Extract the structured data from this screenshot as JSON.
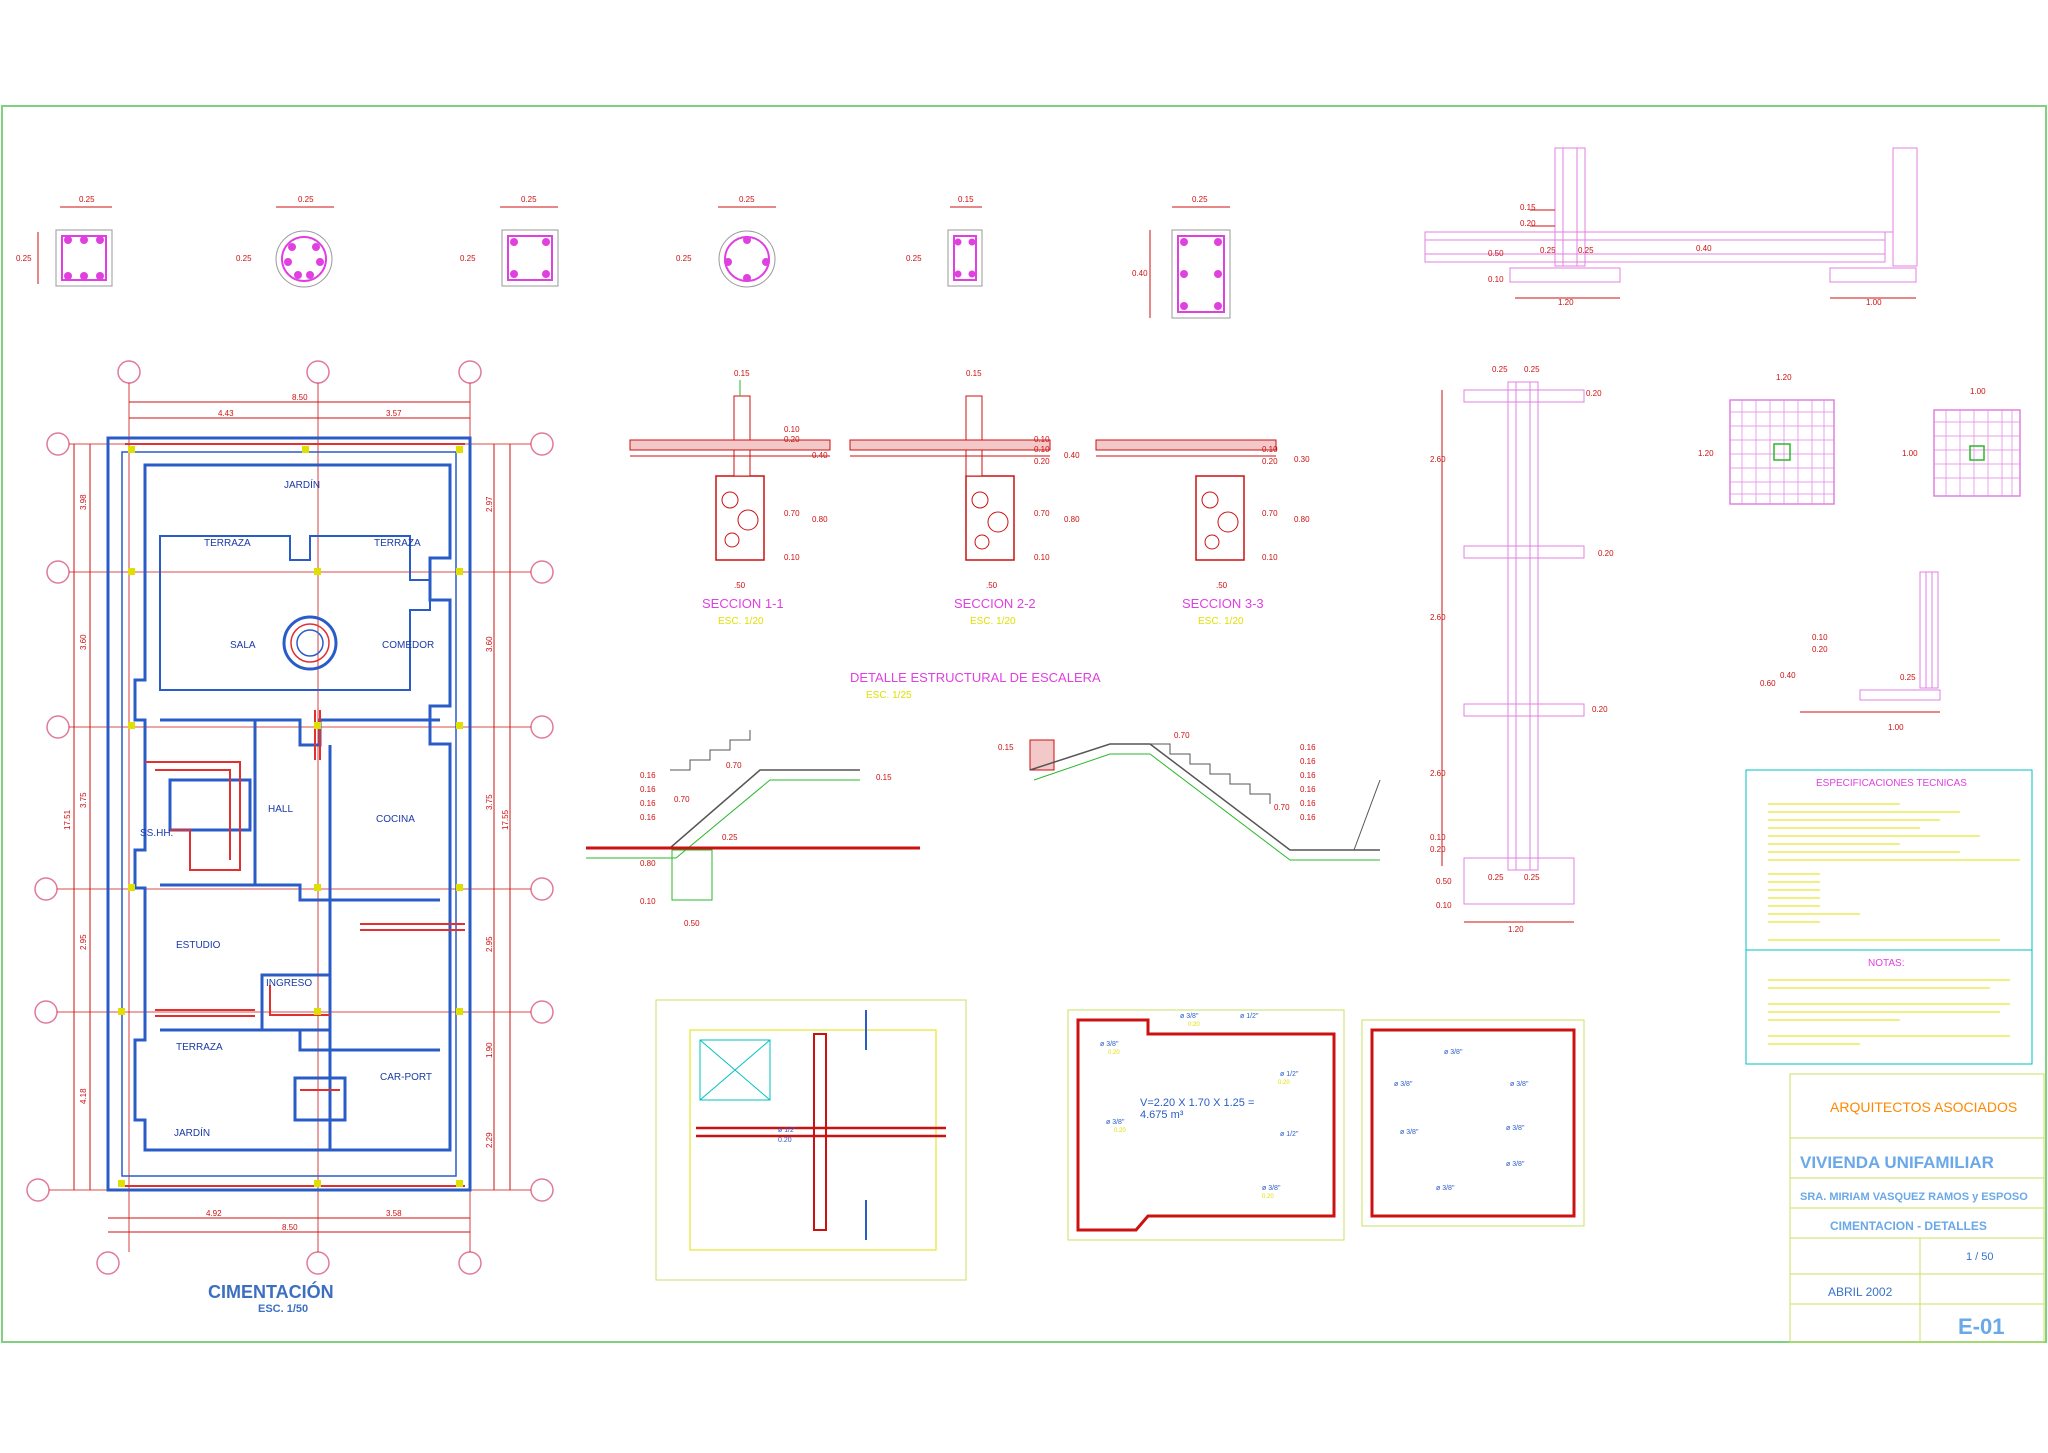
{
  "sheet": {
    "plan": {
      "title": "CIMENTACIÓN",
      "scale": "ESC. 1/50",
      "top_dims": [
        "8.50",
        "4.43",
        "3.57"
      ],
      "bottom_dims": [
        "4.92",
        "3.58",
        "8.50"
      ],
      "left_dims": [
        "3.98",
        "3.60",
        "3.75",
        "2.95",
        "4.18",
        "17.51"
      ],
      "right_dims": [
        "2.97",
        "3.60",
        "3.75",
        "2.95",
        "1.90",
        "2.29",
        "17.55"
      ],
      "rooms": [
        "JARDÍN",
        "TERRAZA",
        "TERRAZA",
        "SALA",
        "COMEDOR",
        "HALL",
        "COCINA",
        "SS.HH.",
        "ESTUDIO",
        "INGRESO",
        "TERRAZA",
        "CAR-PORT",
        "JARDÍN"
      ]
    },
    "columns": {
      "dims": [
        "0.25",
        "0.25",
        "0.25",
        "0.25",
        "0.25",
        "0.25",
        "0.25",
        "0.25",
        "0.15",
        "0.25",
        "0.25",
        "0.40"
      ]
    },
    "sections": {
      "items": [
        {
          "title": "SECCION 1-1",
          "scale": "ESC. 1/20",
          "dims": [
            "0.15",
            "0.10",
            "0.20",
            "0.40",
            "0.70",
            "0.80",
            "0.10",
            ".50"
          ]
        },
        {
          "title": "SECCION 2-2",
          "scale": "ESC. 1/20",
          "dims": [
            "0.15",
            "0.10",
            "0.10",
            "0.20",
            "0.40",
            "0.70",
            "0.80",
            "0.10",
            ".50"
          ]
        },
        {
          "title": "SECCION 3-3",
          "scale": "ESC. 1/20",
          "dims": [
            "0.10",
            "0.20",
            "0.30",
            "0.70",
            "0.80",
            "0.10",
            ".50"
          ]
        }
      ]
    },
    "stair": {
      "title": "DETALLE ESTRUCTURAL DE ESCALERA",
      "scale": "ESC. 1/25",
      "labels_left": [
        "0.16",
        "0.16",
        "0.16",
        "0.16",
        "0.70",
        "0.80",
        "0.10",
        "0.50",
        "0.25",
        "0.70",
        "0.15"
      ],
      "labels_right": [
        "0.15",
        "0.70",
        "0.16",
        "0.16",
        "0.16",
        "0.16",
        "0.16",
        "0.16",
        "0.70"
      ]
    },
    "beam_details": {
      "top_right": [
        "0.15",
        "0.20",
        "0.50",
        "0.25",
        "0.25",
        "0.40",
        "0.10",
        "1.20",
        "1.00"
      ],
      "column_elev": [
        "0.25",
        "0.25",
        "0.20",
        "2.60",
        "0.20",
        "2.60",
        "0.20",
        "2.60",
        "0.10",
        "0.20",
        "0.50",
        "0.10",
        "0.25",
        "0.25",
        "1.20"
      ],
      "footings": [
        "1.20",
        "1.20",
        "1.00",
        "1.00"
      ],
      "lower_right": [
        "0.10",
        "0.20",
        "0.40",
        "0.60",
        "0.25",
        "1.00"
      ]
    },
    "cistern": {
      "volume": "V=2.20 X 1.70 X 1.25 =",
      "volume_result": "4.675 m³",
      "rebar_labels": [
        "ø 1/2\"",
        "ø 3/8\"",
        "ø 1/2\"",
        "ø 3/8\"",
        "ø 1/2\"",
        "ø 3/8\"",
        "ø 1/2\"",
        "ø 3/8\""
      ],
      "spacing": [
        "0.20",
        "0.20",
        "0.20",
        "0.20",
        "0.20",
        "0.20"
      ]
    },
    "specs": {
      "title": "ESPECIFICACIONES TECNICAS",
      "notes_title": "NOTAS:"
    },
    "title_block": {
      "firm": "ARQUITECTOS ASOCIADOS",
      "project": "VIVIENDA UNIFAMILIAR",
      "owner": "SRA. MIRIAM VASQUEZ RAMOS y ESPOSO",
      "sheet_name": "CIMENTACION - DETALLES",
      "scale": "1 / 50",
      "date": "ABRIL 2002",
      "sheet_no": "E-01"
    }
  },
  "colors": {
    "frame": "#7fd07f",
    "wall_blue": "#2a5cc8",
    "dim_red": "#cc1111",
    "rebar_magenta": "#e040e0",
    "cyan": "#00c0c0",
    "yellow": "#e0e000",
    "orange": "#ff8800"
  }
}
